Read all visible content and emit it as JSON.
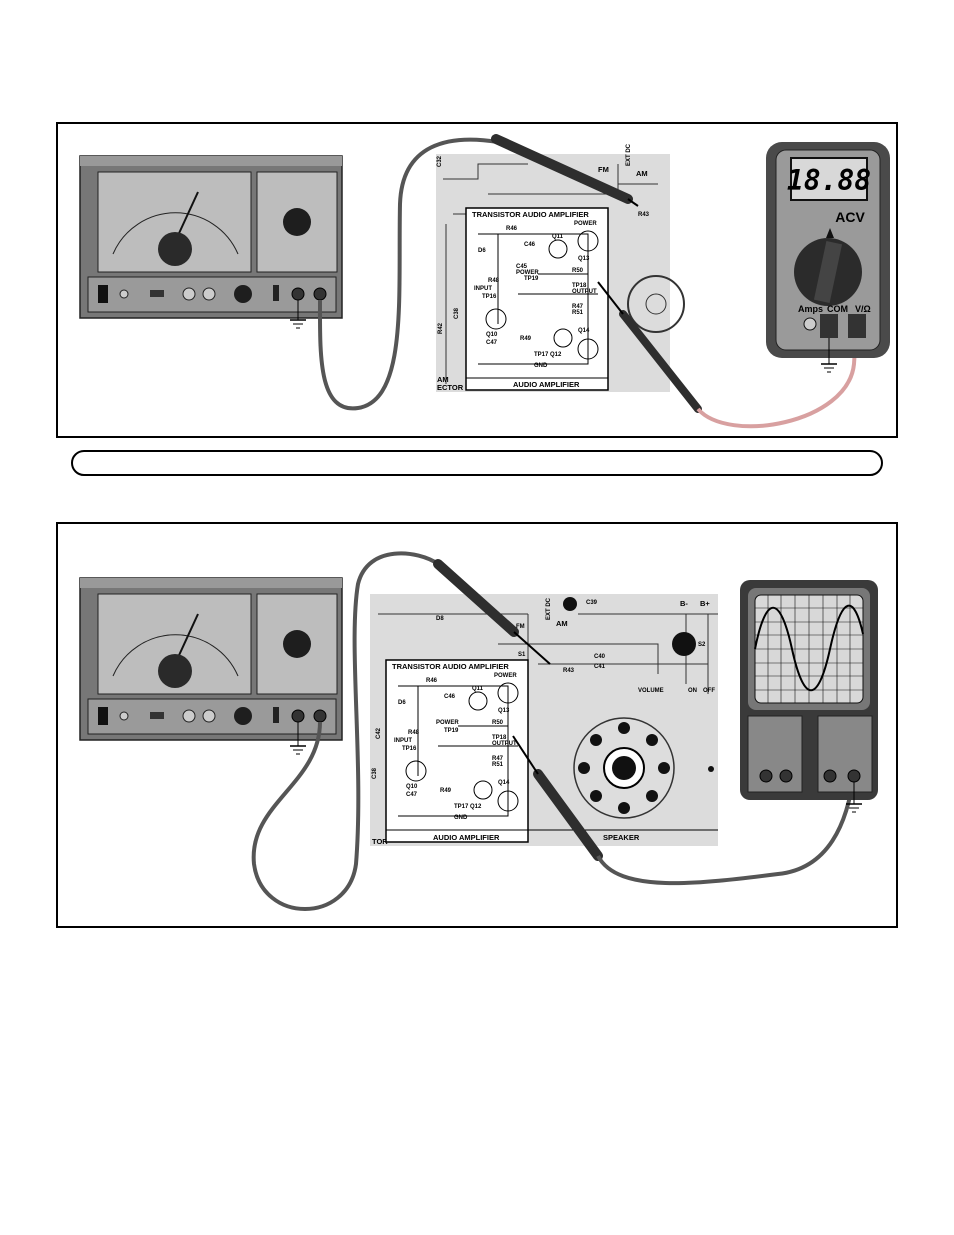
{
  "panel1": {
    "board_title": "TRANSISTOR AUDIO AMPLIFIER",
    "section_label": "AUDIO AMPLIFIER",
    "corner_label_1": "AM",
    "corner_label_2": "ECTOR",
    "top_labels": [
      "C32",
      "FM",
      "AM",
      "EXT DC"
    ],
    "resistor_label": "R43",
    "component_labels": [
      "R46",
      "C46",
      "Q11",
      "POWER",
      "Q13",
      "R50",
      "D6",
      "R48",
      "C45",
      "POWER",
      "TP19",
      "INPUT",
      "TP16",
      "TP18",
      "OUTPUT",
      "R47",
      "R51",
      "Q10",
      "C47",
      "R49",
      "Q14",
      "Q12",
      "TP17",
      "GND",
      "C38",
      "R42"
    ],
    "meter": {
      "display": "18.88",
      "mode": "ACV",
      "jacks": [
        "Amps",
        "COM",
        "V/Ω"
      ]
    }
  },
  "panel2": {
    "board_title": "TRANSISTOR AUDIO AMPLIFIER",
    "section_label": "AUDIO AMPLIFIER",
    "speaker_label": "SPEAKER",
    "corner_label": "TOR",
    "top_labels": [
      "D8",
      "EXT DC",
      "C39",
      "B-",
      "B+",
      "FM",
      "AM",
      "S1",
      "R43",
      "C40",
      "C41",
      "S2",
      "VOLUME",
      "ON",
      "OFF"
    ],
    "component_labels": [
      "R46",
      "C46",
      "Q11",
      "POWER",
      "Q13",
      "R50",
      "D6",
      "R48",
      "TP19",
      "POWER",
      "INPUT",
      "TP16",
      "TP18",
      "OUTPUT",
      "R47",
      "R51",
      "Q10",
      "C47",
      "R49",
      "Q14",
      "Q12",
      "TP17",
      "GND",
      "C38",
      "C42"
    ]
  },
  "colors": {
    "instrument_body": "#8a8a8a",
    "instrument_dark": "#3a3a3a",
    "meter_face": "#b9b9b9",
    "cable": "#555555",
    "probe": "#2e2e2e",
    "red_lead": "#d8a0a0",
    "meter_grey": "#9a9a9a"
  }
}
